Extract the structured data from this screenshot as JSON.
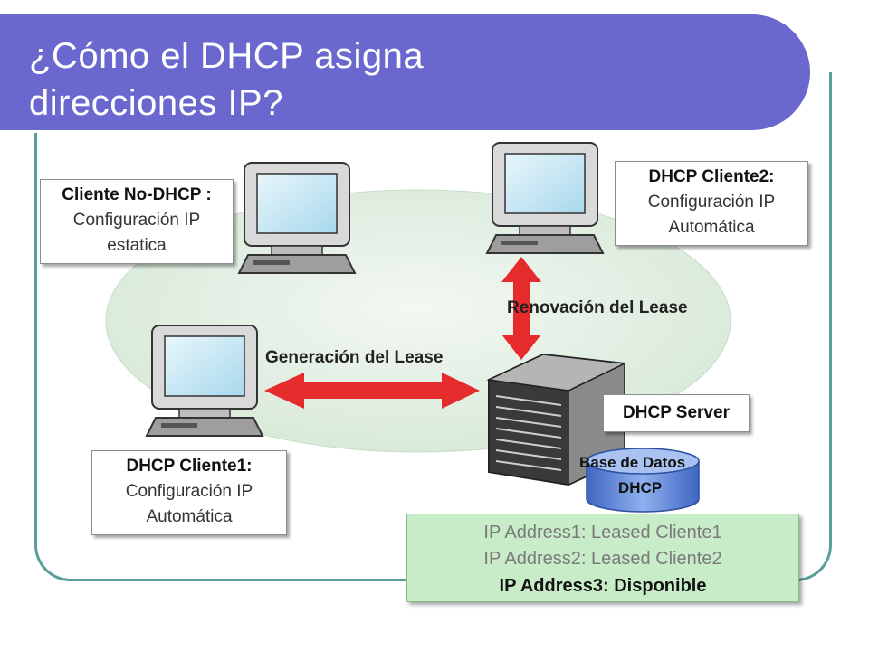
{
  "slide": {
    "title_line1": "¿Cómo el DHCP asigna",
    "title_line2": "direcciones IP?"
  },
  "nodes": {
    "non_dhcp_client": {
      "title": "Cliente No-DHCP :",
      "line1": "Configuración IP",
      "line2": "estatica"
    },
    "dhcp_client2": {
      "title": "DHCP Cliente2:",
      "line1": "Configuración IP",
      "line2": "Automática"
    },
    "dhcp_client1": {
      "title": "DHCP Cliente1:",
      "line1": "Configuración IP",
      "line2": "Automática"
    },
    "dhcp_server": {
      "title": "DHCP Server"
    },
    "database": {
      "line1": "Base de Datos",
      "line2": "DHCP"
    }
  },
  "links": {
    "renewal": "Renovación del Lease",
    "generation": "Generación del Lease"
  },
  "ip_table": {
    "rows": [
      {
        "text": "IP Address1: Leased Cliente1",
        "state": "leased"
      },
      {
        "text": "IP Address2: Leased Cliente2",
        "state": "leased"
      },
      {
        "text": "IP Address3: Disponible",
        "state": "available"
      }
    ]
  },
  "colors": {
    "title_bar": "#6a67cf",
    "frame": "#5b9e98",
    "arrow": "#e52b2b",
    "ellipse": "#dfeee0",
    "ip_panel": "#c8ecc8",
    "database": "#5b84d6"
  }
}
